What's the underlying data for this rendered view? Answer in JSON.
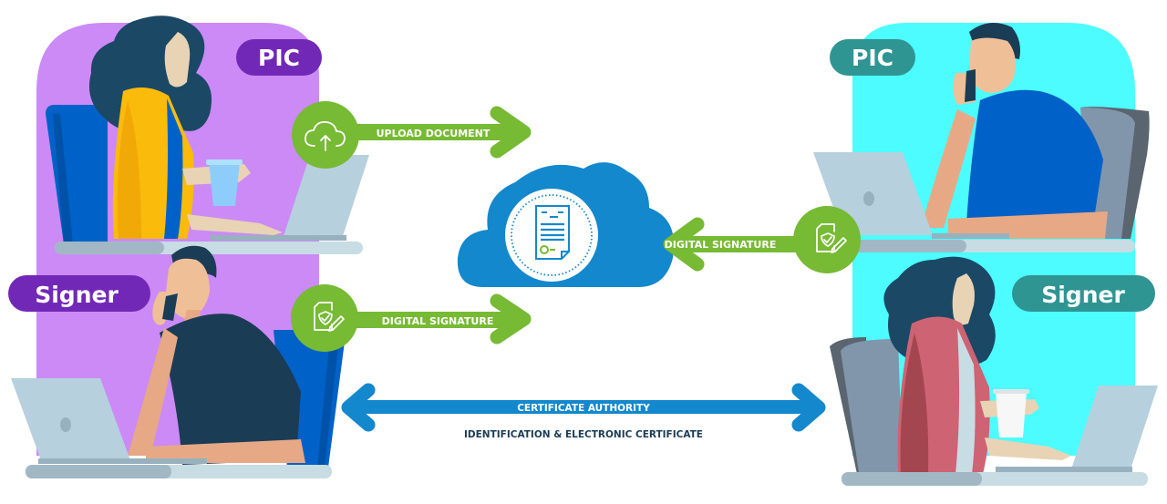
{
  "diagram": {
    "title": "Digital signature workflow",
    "colors": {
      "left_panel": "#cb8af5",
      "right_panel": "#4dfcff",
      "left_pill": "#7228b7",
      "right_pill": "#2f9592",
      "green_flow": "#77ba34",
      "blue_flow": "#1488cc",
      "cloud": "#1488cc",
      "dark_text": "#1b3c55"
    },
    "left_party": {
      "roles": [
        {
          "label": "PIC"
        },
        {
          "label": "Signer"
        }
      ]
    },
    "right_party": {
      "roles": [
        {
          "label": "PIC"
        },
        {
          "label": "Signer"
        }
      ]
    },
    "flows": [
      {
        "label": "UPLOAD DOCUMENT",
        "icon": "cloud-upload-icon",
        "direction": "to-cloud"
      },
      {
        "label": "DIGITAL SIGNATURE",
        "icon": "document-sign-icon",
        "direction": "to-cloud"
      },
      {
        "label": "DIGITAL SIGNATURE",
        "icon": "document-sign-icon",
        "direction": "to-cloud"
      }
    ],
    "center": {
      "icon": "document-in-cloud-icon"
    },
    "bidirectional": {
      "label": "CERTIFICATE AUTHORITY",
      "caption": "IDENTIFICATION & ELECTRONIC CERTIFICATE"
    }
  }
}
